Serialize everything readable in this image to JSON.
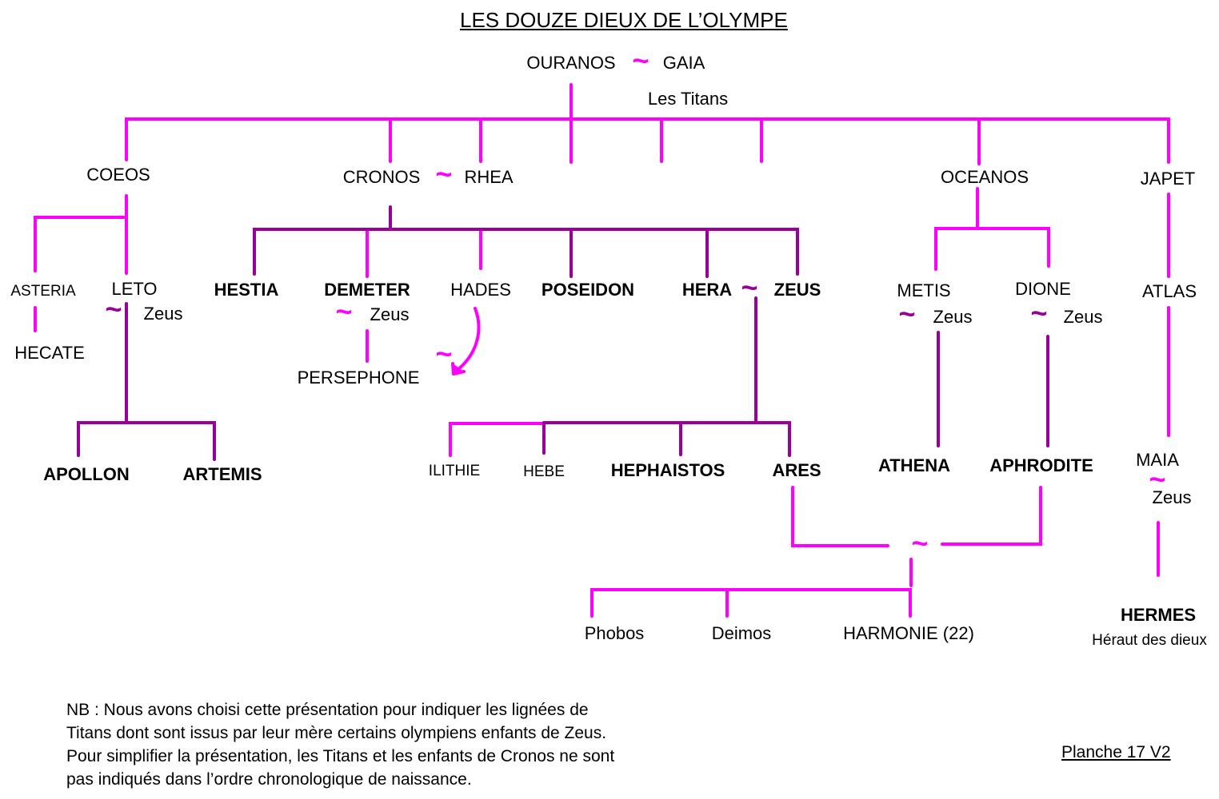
{
  "title": "LES DOUZE DIEUX DE L’OLYMPE",
  "colors": {
    "titan_line": "#ff00ff",
    "olympian_line": "#990099",
    "text": "#000000"
  },
  "union_symbol": "~",
  "root": {
    "father": "OURANOS",
    "mother": "GAIA",
    "children_label": "Les Titans"
  },
  "titans": {
    "coeos": "COEOS",
    "cronos": "CRONOS",
    "rhea": "RHEA",
    "oceanos": "OCEANOS",
    "japet": "JAPET"
  },
  "coeos_children": {
    "asteria": "ASTERIA",
    "leto": "LETO",
    "leto_partner": "Zeus",
    "hecate": "HECATE"
  },
  "leto_children": {
    "apollon": "APOLLON",
    "artemis": "ARTEMIS"
  },
  "cronos_children": {
    "hestia": "HESTIA",
    "demeter": "DEMETER",
    "demeter_partner": "Zeus",
    "hades": "HADES",
    "poseidon": "POSEIDON",
    "hera": "HERA",
    "zeus": "ZEUS"
  },
  "demeter_children": {
    "persephone": "PERSEPHONE"
  },
  "hera_zeus_children": {
    "ilithie": "ILITHIE",
    "hebe": "HEBE",
    "hephaistos": "HEPHAISTOS",
    "ares": "ARES"
  },
  "oceanos_children": {
    "metis": "METIS",
    "metis_partner": "Zeus",
    "dione": "DIONE",
    "dione_partner": "Zeus"
  },
  "oceanid_children": {
    "athena": "ATHENA",
    "aphrodite": "APHRODITE"
  },
  "japet_line": {
    "atlas": "ATLAS",
    "maia": "MAIA",
    "maia_partner": "Zeus",
    "hermes": "HERMES",
    "hermes_role": "Héraut des dieux"
  },
  "ares_aphrodite_children": {
    "phobos": "Phobos",
    "deimos": "Deimos",
    "harmonie": "HARMONIE (22)"
  },
  "note": {
    "lines": [
      "NB : Nous avons choisi cette présentation pour indiquer les lignées de",
      "Titans dont sont issus par leur mère certains olympiens enfants de Zeus.",
      "Pour simplifier la présentation, les Titans et les enfants de Cronos ne sont",
      "pas indiqués dans l’ordre chronologique de naissance."
    ]
  },
  "footer": {
    "planche": "Planche 17 V2"
  }
}
